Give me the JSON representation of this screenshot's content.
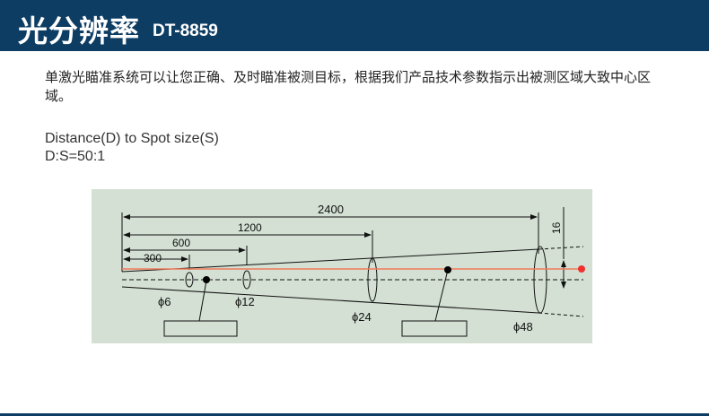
{
  "header": {
    "title": "光分辨率",
    "model": "DT-8859"
  },
  "description": "单激光瞄准系统可以让您正确、及时瞄准被测目标，根据我们产品技术参数指示出被测区域大致中心区域。",
  "ratio": {
    "line1": "Distance(D) to Spot size(S)",
    "line2": "D:S=50:1"
  },
  "diagram": {
    "distances": [
      "2400",
      "1200",
      "600",
      "300"
    ],
    "spots": [
      "ϕ6",
      "ϕ12",
      "ϕ24",
      "ϕ48"
    ],
    "offset": "16",
    "colors": {
      "background": "#d3e0d3",
      "laser": "#f07a5a",
      "header": "#0e3d63"
    }
  }
}
